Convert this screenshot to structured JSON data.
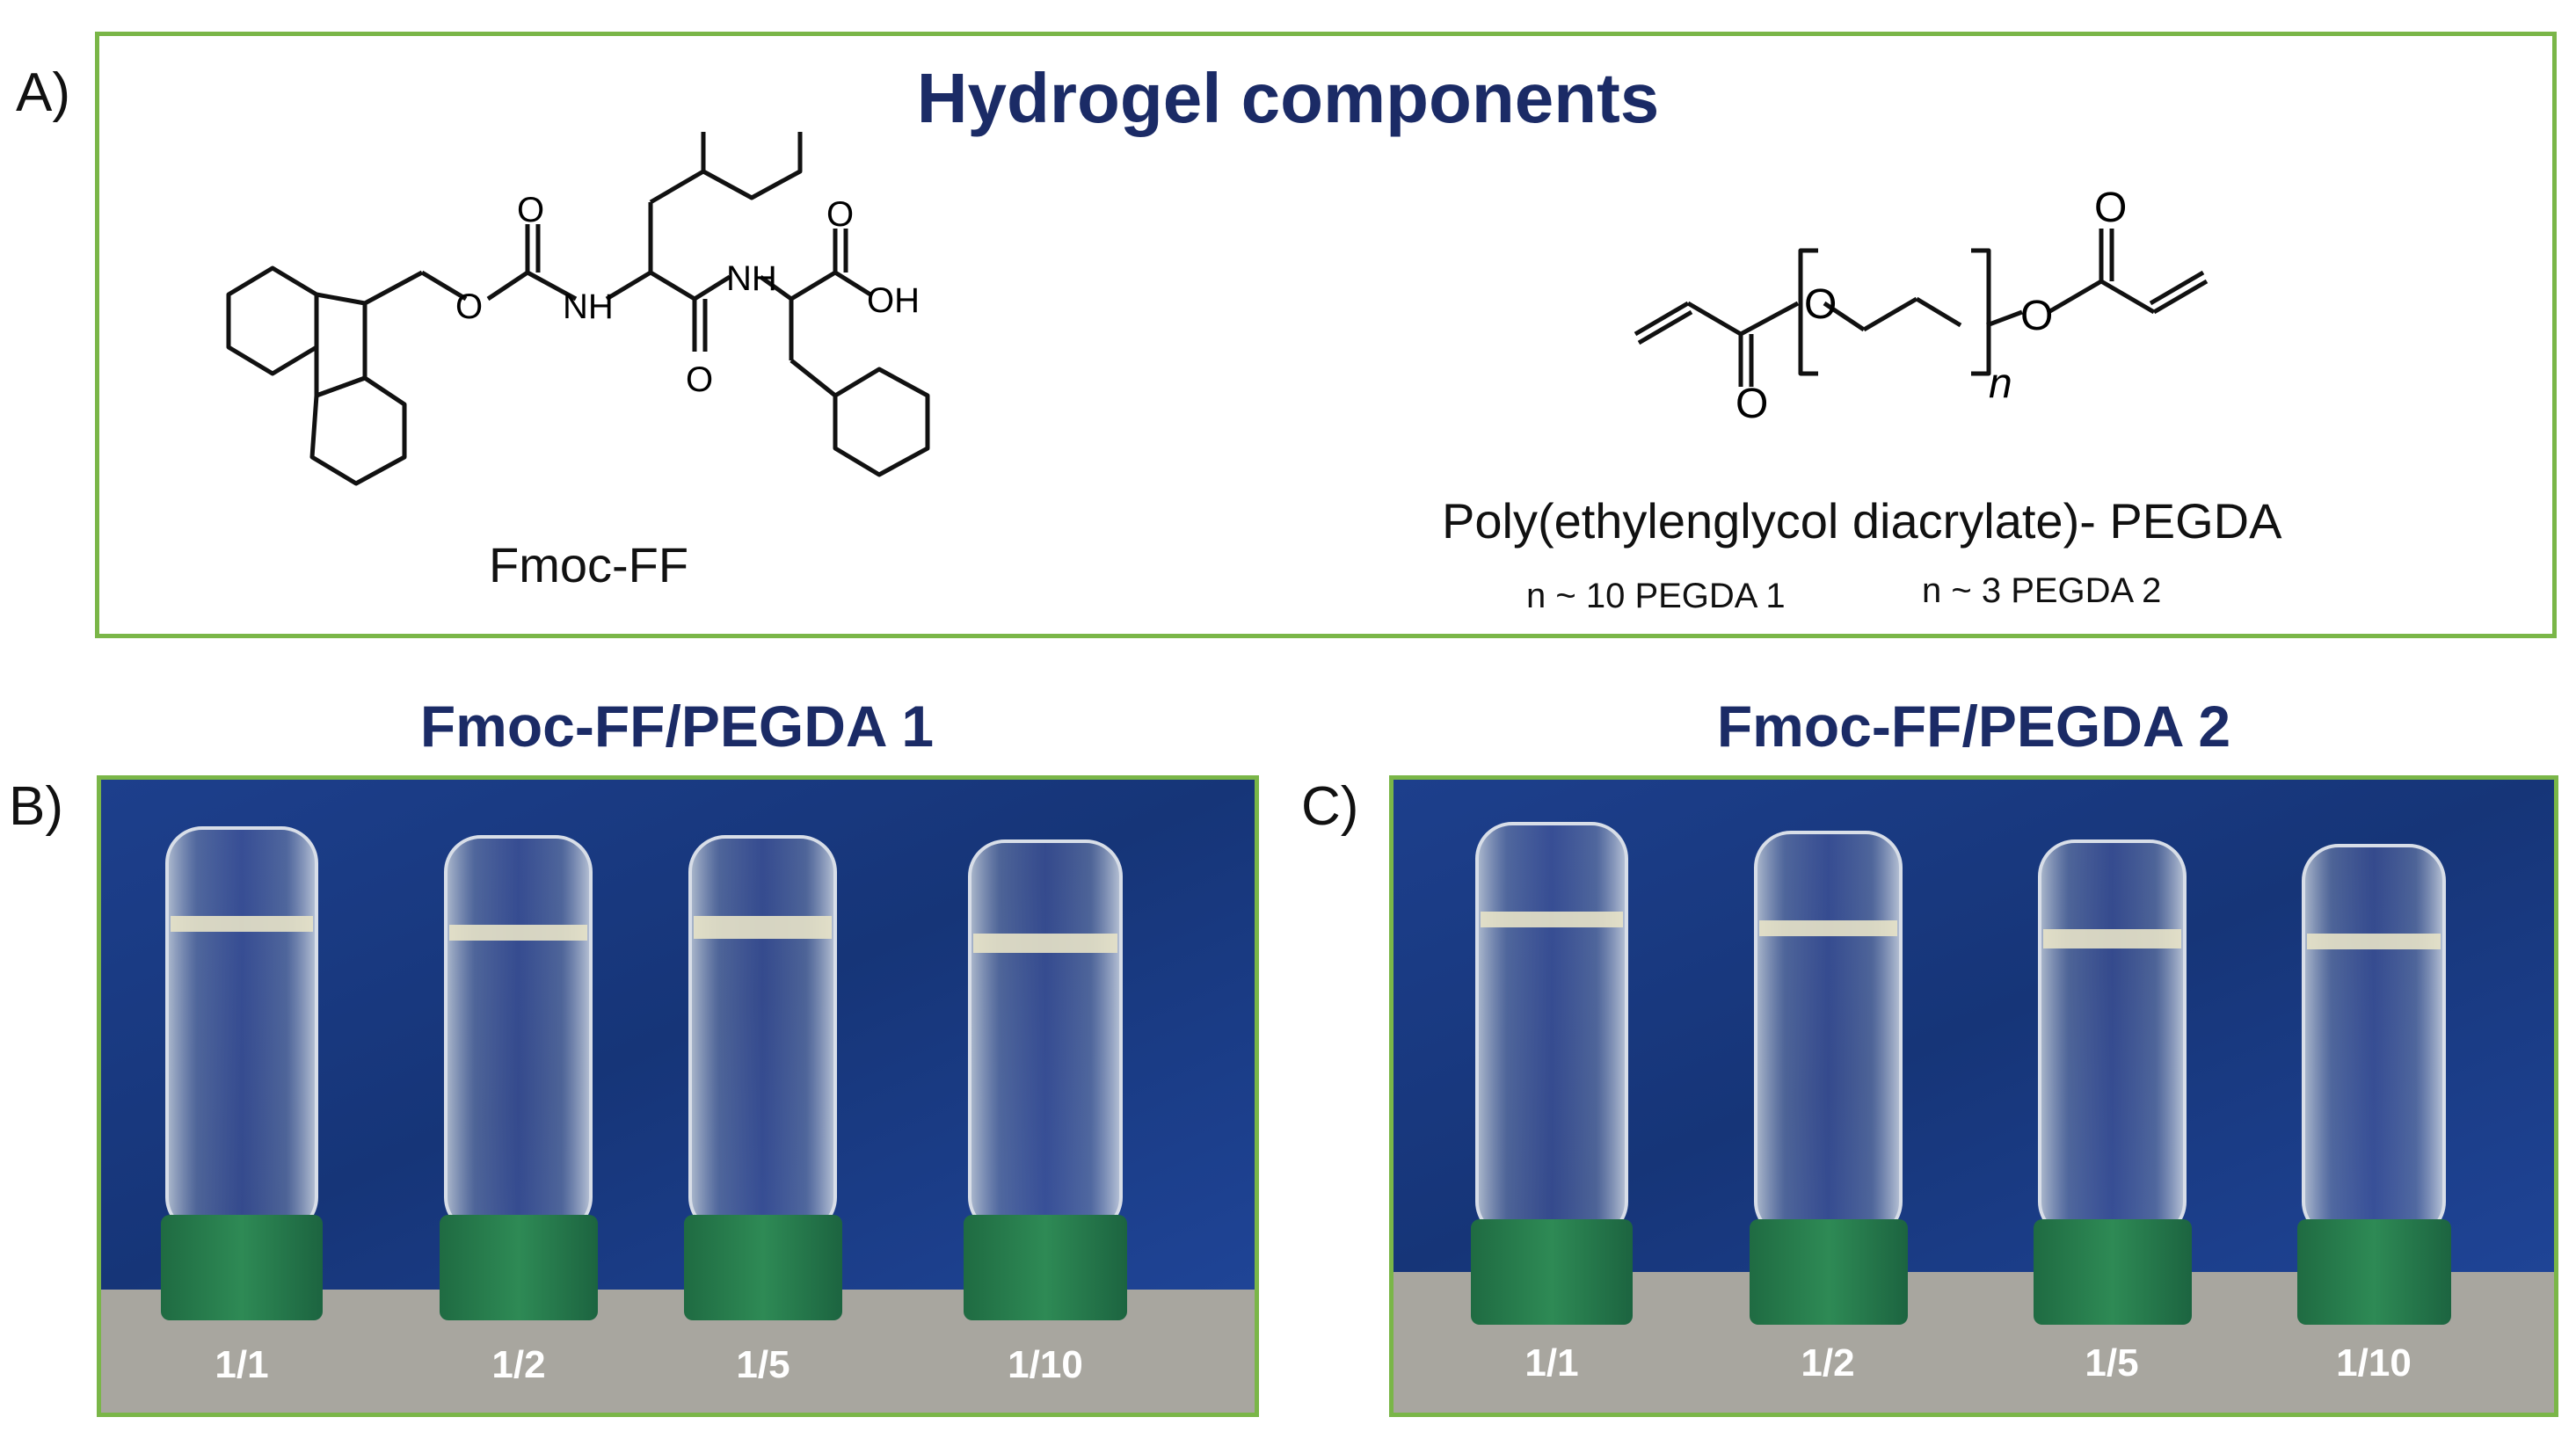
{
  "panel_a": {
    "letter": "A)",
    "title": "Hydrogel components",
    "fmoc_label": "Fmoc-FF",
    "pegda_label": "Poly(ethylenglycol diacrylate)- PEGDA",
    "pegda1_note": "n ~ 10 PEGDA 1",
    "pegda2_note": "n ~ 3 PEGDA 2",
    "atoms": {
      "o": "O",
      "nh": "NH",
      "oh": "OH",
      "n": "n"
    }
  },
  "panel_b": {
    "letter": "B)",
    "title": "Fmoc-FF/PEGDA 1",
    "ratios": [
      "1/1",
      "1/2",
      "1/5",
      "1/10"
    ]
  },
  "panel_c": {
    "letter": "C)",
    "title": "Fmoc-FF/PEGDA 2",
    "ratios": [
      "1/1",
      "1/2",
      "1/5",
      "1/10"
    ]
  },
  "colors": {
    "title_navy": "#1b2b66",
    "frame_green": "#7ab648",
    "cap_green": "#2e8a55",
    "backdrop_blue": "#1a3d86",
    "bench_gray": "#a8a69f"
  }
}
